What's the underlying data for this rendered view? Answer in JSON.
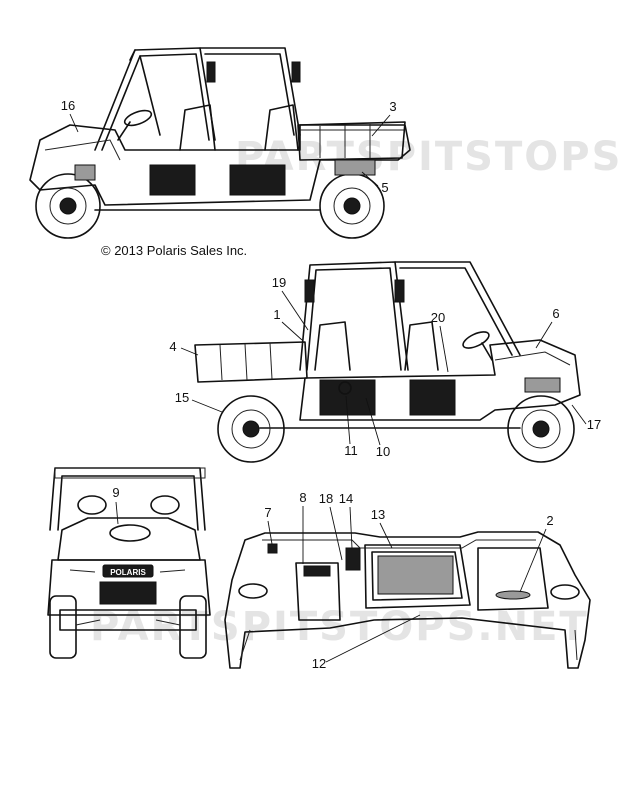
{
  "copyright": "© 2013 Polaris Sales Inc.",
  "watermark": "PARTSPITSTOPS.NET",
  "grille_badge": "POLARIS",
  "callouts": {
    "c1": "1",
    "c2": "2",
    "c3": "3",
    "c4": "4",
    "c5": "5",
    "c6": "6",
    "c7": "7",
    "c8": "8",
    "c9": "9",
    "c10": "10",
    "c11": "11",
    "c12": "12",
    "c13": "13",
    "c14": "14",
    "c15": "15",
    "c16": "16",
    "c17": "17",
    "c18": "18",
    "c19": "19",
    "c20": "20"
  }
}
